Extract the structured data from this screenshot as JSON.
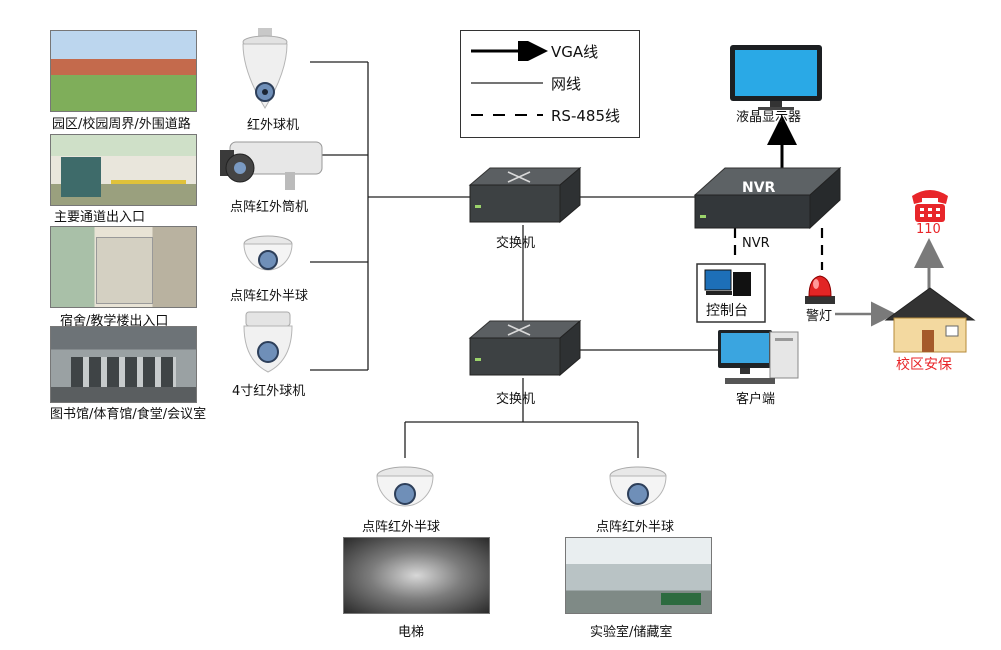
{
  "legend": {
    "vga": "VGA线",
    "network": "网线",
    "rs485": "RS-485线"
  },
  "photos": {
    "campus": "园区/校园周界/外围道路",
    "entrance": "主要通道出入口",
    "dorm": "宿舍/教学楼出入口",
    "library": "图书馆/体育馆/食堂/会议室",
    "elevator": "电梯",
    "lab": "实验室/储藏室"
  },
  "cameras": {
    "ptz_ir": "红外球机",
    "bullet_ir": "点阵红外筒机",
    "dome_ir_1": "点阵红外半球",
    "ptz_4inch": "4寸红外球机",
    "dome_ir_2": "点阵红外半球",
    "dome_ir_3": "点阵红外半球"
  },
  "devices": {
    "switch_top": "交换机",
    "switch_bottom": "交换机",
    "nvr": "NVR",
    "nvr_face": "NVR",
    "lcd": "液晶显示器",
    "console": "控制台",
    "alarm_light": "警灯",
    "client": "客户端",
    "security": "校区安保",
    "phone": "110"
  },
  "colors": {
    "security_red": "#e8262a",
    "house_roof": "#333333",
    "house_wall": "#f3d9a0",
    "arrow_gray": "#7a7a7a"
  }
}
